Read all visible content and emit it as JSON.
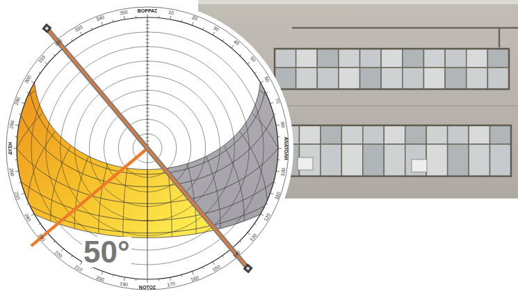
{
  "diagram": {
    "labels": [
      "ΒΟΡΡΑΣ",
      "10",
      "20",
      "30",
      "40",
      "50",
      "60",
      "70",
      "80",
      "ΑΝΑΤΟΛΗ",
      "100",
      "110",
      "120",
      "130",
      "140",
      "150",
      "160",
      "170",
      "ΝΟΤΟΣ",
      "190",
      "200",
      "210",
      "220",
      "230",
      "240",
      "250",
      "260",
      "ΔΥΣΗ",
      "280",
      "290",
      "300",
      "310",
      "320",
      "330",
      "340",
      "350",
      "50°"
    ]
  }
}
